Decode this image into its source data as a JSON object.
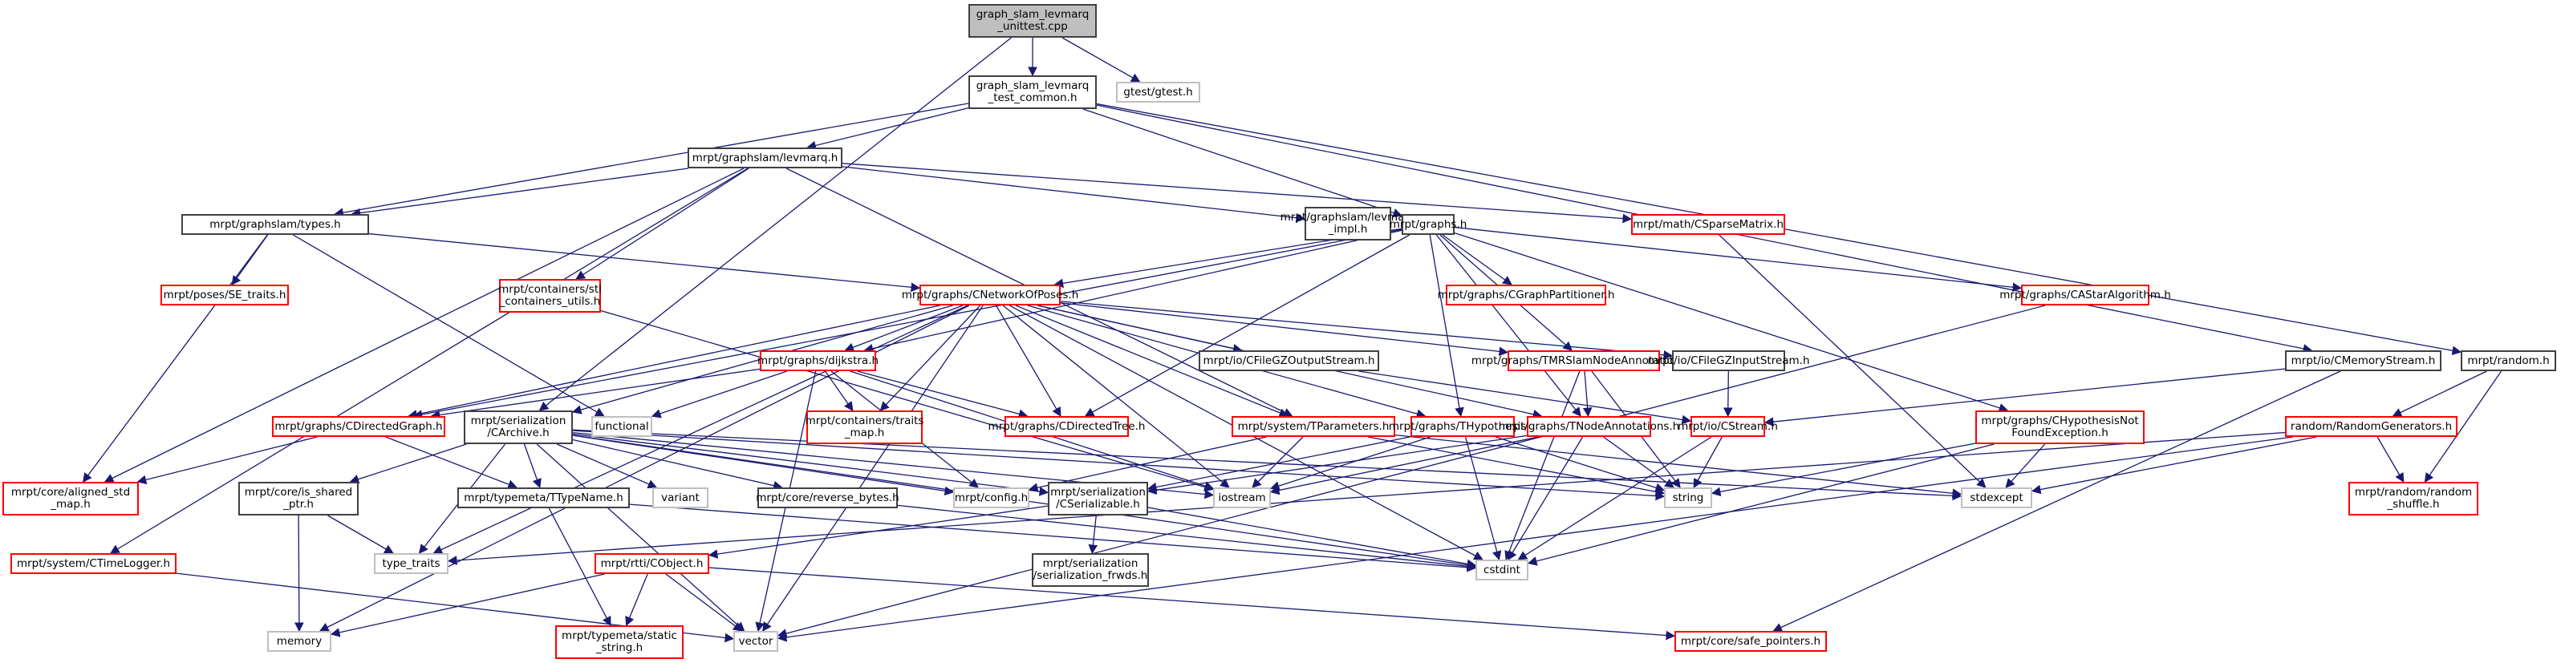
{
  "title": "graph_slam_levmarq_unittest.cpp include dependency graph",
  "colors": {
    "edge": "#191970",
    "root_fill": "#bfbfbf",
    "documented_border": "#404040",
    "undocumented_border": "#ff0000",
    "system_border": "#bfbfbf"
  },
  "nodes": [
    {
      "id": "unittest",
      "label": "graph_slam_levmarq\n_unittest.cpp",
      "kind": "root"
    },
    {
      "id": "test_common",
      "label": "graph_slam_levmarq\n_test_common.h",
      "kind": "doc"
    },
    {
      "id": "gtest",
      "label": "gtest/gtest.h",
      "kind": "sys"
    },
    {
      "id": "levmarq",
      "label": "mrpt/graphslam/levmarq.h",
      "kind": "doc"
    },
    {
      "id": "types",
      "label": "mrpt/graphslam/types.h",
      "kind": "doc"
    },
    {
      "id": "levmarq_impl",
      "label": "mrpt/graphslam/levmarq\n_impl.h",
      "kind": "doc"
    },
    {
      "id": "graphs",
      "label": "mrpt/graphs.h",
      "kind": "doc"
    },
    {
      "id": "sparse",
      "label": "mrpt/math/CSparseMatrix.h",
      "kind": "undoc"
    },
    {
      "id": "se_traits",
      "label": "mrpt/poses/SE_traits.h",
      "kind": "undoc"
    },
    {
      "id": "stl_utils",
      "label": "mrpt/containers/stl\n_containers_utils.h",
      "kind": "undoc"
    },
    {
      "id": "netposes",
      "label": "mrpt/graphs/CNetworkOfPoses.h",
      "kind": "undoc"
    },
    {
      "id": "partitioner",
      "label": "mrpt/graphs/CGraphPartitioner.h",
      "kind": "undoc"
    },
    {
      "id": "astar",
      "label": "mrpt/graphs/CAStarAlgorithm.h",
      "kind": "undoc"
    },
    {
      "id": "dijkstra",
      "label": "mrpt/graphs/dijkstra.h",
      "kind": "undoc"
    },
    {
      "id": "gzout",
      "label": "mrpt/io/CFileGZOutputStream.h",
      "kind": "doc"
    },
    {
      "id": "tmrslam",
      "label": "mrpt/graphs/TMRSlamNodeAnnotations.h",
      "kind": "undoc"
    },
    {
      "id": "gzin",
      "label": "mrpt/io/CFileGZInputStream.h",
      "kind": "doc"
    },
    {
      "id": "memstream",
      "label": "mrpt/io/CMemoryStream.h",
      "kind": "doc"
    },
    {
      "id": "random",
      "label": "mrpt/random.h",
      "kind": "doc"
    },
    {
      "id": "dgraph",
      "label": "mrpt/graphs/CDirectedGraph.h",
      "kind": "undoc"
    },
    {
      "id": "carchive",
      "label": "mrpt/serialization\n/CArchive.h",
      "kind": "doc"
    },
    {
      "id": "functional",
      "label": "functional",
      "kind": "sys"
    },
    {
      "id": "traits_map",
      "label": "mrpt/containers/traits\n_map.h",
      "kind": "undoc"
    },
    {
      "id": "dtree",
      "label": "mrpt/graphs/CDirectedTree.h",
      "kind": "undoc"
    },
    {
      "id": "tparams",
      "label": "mrpt/system/TParameters.h",
      "kind": "undoc"
    },
    {
      "id": "thypo",
      "label": "mrpt/graphs/THypothesis.h",
      "kind": "undoc"
    },
    {
      "id": "tnode",
      "label": "mrpt/graphs/TNodeAnnotations.h",
      "kind": "undoc"
    },
    {
      "id": "cstream",
      "label": "mrpt/io/CStream.h",
      "kind": "undoc"
    },
    {
      "id": "hypnotfound",
      "label": "mrpt/graphs/CHypothesisNot\nFoundException.h",
      "kind": "undoc"
    },
    {
      "id": "randgen",
      "label": "random/RandomGenerators.h",
      "kind": "undoc"
    },
    {
      "id": "aligned_map",
      "label": "mrpt/core/aligned_std\n_map.h",
      "kind": "undoc"
    },
    {
      "id": "is_shared",
      "label": "mrpt/core/is_shared\n_ptr.h",
      "kind": "doc"
    },
    {
      "id": "ttypename",
      "label": "mrpt/typemeta/TTypeName.h",
      "kind": "doc"
    },
    {
      "id": "variant",
      "label": "variant",
      "kind": "sys"
    },
    {
      "id": "reverse_bytes",
      "label": "mrpt/core/reverse_bytes.h",
      "kind": "doc"
    },
    {
      "id": "config",
      "label": "mrpt/config.h",
      "kind": "sys"
    },
    {
      "id": "cserializable",
      "label": "mrpt/serialization\n/CSerializable.h",
      "kind": "doc"
    },
    {
      "id": "iostream",
      "label": "iostream",
      "kind": "sys"
    },
    {
      "id": "string",
      "label": "string",
      "kind": "sys"
    },
    {
      "id": "stdexcept",
      "label": "stdexcept",
      "kind": "sys"
    },
    {
      "id": "random_shuffle",
      "label": "mrpt/random/random\n_shuffle.h",
      "kind": "undoc"
    },
    {
      "id": "timelogger",
      "label": "mrpt/system/CTimeLogger.h",
      "kind": "undoc"
    },
    {
      "id": "type_traits",
      "label": "type_traits",
      "kind": "sys"
    },
    {
      "id": "cobject",
      "label": "mrpt/rtti/CObject.h",
      "kind": "undoc"
    },
    {
      "id": "frwds",
      "label": "mrpt/serialization\n/serialization_frwds.h",
      "kind": "doc"
    },
    {
      "id": "cstdint",
      "label": "cstdint",
      "kind": "sys"
    },
    {
      "id": "memory",
      "label": "memory",
      "kind": "sys"
    },
    {
      "id": "static_string",
      "label": "mrpt/typemeta/static\n_string.h",
      "kind": "undoc"
    },
    {
      "id": "vector",
      "label": "vector",
      "kind": "sys"
    },
    {
      "id": "safe_pointers",
      "label": "mrpt/core/safe_pointers.h",
      "kind": "undoc"
    }
  ],
  "edges": [
    [
      "unittest",
      "test_common"
    ],
    [
      "unittest",
      "gtest"
    ],
    [
      "unittest",
      "carchive"
    ],
    [
      "test_common",
      "levmarq"
    ],
    [
      "test_common",
      "types"
    ],
    [
      "test_common",
      "graphs"
    ],
    [
      "test_common",
      "memstream"
    ],
    [
      "test_common",
      "random"
    ],
    [
      "levmarq",
      "types"
    ],
    [
      "levmarq",
      "levmarq_impl"
    ],
    [
      "levmarq",
      "sparse"
    ],
    [
      "levmarq",
      "stl_utils"
    ],
    [
      "levmarq",
      "aligned_map"
    ],
    [
      "levmarq",
      "timelogger"
    ],
    [
      "levmarq",
      "tparams"
    ],
    [
      "types",
      "se_traits"
    ],
    [
      "types",
      "netposes"
    ],
    [
      "types",
      "aligned_map"
    ],
    [
      "types",
      "functional"
    ],
    [
      "graphs",
      "netposes"
    ],
    [
      "graphs",
      "partitioner"
    ],
    [
      "graphs",
      "astar"
    ],
    [
      "graphs",
      "dijkstra"
    ],
    [
      "graphs",
      "tmrslam"
    ],
    [
      "graphs",
      "dgraph"
    ],
    [
      "graphs",
      "dtree"
    ],
    [
      "graphs",
      "thypo"
    ],
    [
      "graphs",
      "tnode"
    ],
    [
      "graphs",
      "hypnotfound"
    ],
    [
      "netposes",
      "dijkstra"
    ],
    [
      "netposes",
      "gzout"
    ],
    [
      "netposes",
      "tmrslam"
    ],
    [
      "netposes",
      "gzin"
    ],
    [
      "netposes",
      "dgraph"
    ],
    [
      "netposes",
      "traits_map"
    ],
    [
      "netposes",
      "dtree"
    ],
    [
      "netposes",
      "tparams"
    ],
    [
      "netposes",
      "thypo"
    ],
    [
      "netposes",
      "tnode"
    ],
    [
      "netposes",
      "carchive"
    ],
    [
      "netposes",
      "memory"
    ],
    [
      "netposes",
      "type_traits"
    ],
    [
      "netposes",
      "iostream"
    ],
    [
      "netposes",
      "vector"
    ],
    [
      "netposes",
      "cstdint"
    ],
    [
      "stl_utils",
      "iostream"
    ],
    [
      "dijkstra",
      "dgraph"
    ],
    [
      "dijkstra",
      "traits_map"
    ],
    [
      "dijkstra",
      "dtree"
    ],
    [
      "dijkstra",
      "functional"
    ],
    [
      "dijkstra",
      "iostream"
    ],
    [
      "dijkstra",
      "vector"
    ],
    [
      "dijkstra",
      "config"
    ],
    [
      "gzout",
      "cstream"
    ],
    [
      "gzin",
      "cstream"
    ],
    [
      "tmrslam",
      "tnode"
    ],
    [
      "tmrslam",
      "string"
    ],
    [
      "tmrslam",
      "cstdint"
    ],
    [
      "memstream",
      "cstream"
    ],
    [
      "memstream",
      "safe_pointers"
    ],
    [
      "random",
      "randgen"
    ],
    [
      "random",
      "random_shuffle"
    ],
    [
      "randgen",
      "random_shuffle"
    ],
    [
      "randgen",
      "stdexcept"
    ],
    [
      "randgen",
      "vector"
    ],
    [
      "randgen",
      "type_traits"
    ],
    [
      "astar",
      "vector"
    ],
    [
      "sparse",
      "stdexcept"
    ],
    [
      "dgraph",
      "aligned_map"
    ],
    [
      "dgraph",
      "ttypename"
    ],
    [
      "carchive",
      "is_shared"
    ],
    [
      "carchive",
      "ttypename"
    ],
    [
      "carchive",
      "variant"
    ],
    [
      "carchive",
      "reverse_bytes"
    ],
    [
      "carchive",
      "config"
    ],
    [
      "carchive",
      "cserializable"
    ],
    [
      "carchive",
      "iostream"
    ],
    [
      "carchive",
      "string"
    ],
    [
      "carchive",
      "stdexcept"
    ],
    [
      "carchive",
      "type_traits"
    ],
    [
      "carchive",
      "vector"
    ],
    [
      "carchive",
      "cstdint"
    ],
    [
      "tparams",
      "iostream"
    ],
    [
      "tparams",
      "string"
    ],
    [
      "tparams",
      "config"
    ],
    [
      "tparams",
      "stdexcept"
    ],
    [
      "thypo",
      "string"
    ],
    [
      "thypo",
      "cstdint"
    ],
    [
      "thypo",
      "iostream"
    ],
    [
      "thypo",
      "cserializable"
    ],
    [
      "tnode",
      "string"
    ],
    [
      "tnode",
      "cstdint"
    ],
    [
      "tnode",
      "iostream"
    ],
    [
      "tnode",
      "cserializable"
    ],
    [
      "cstream",
      "string"
    ],
    [
      "cstream",
      "cstdint"
    ],
    [
      "hypnotfound",
      "stdexcept"
    ],
    [
      "hypnotfound",
      "string"
    ],
    [
      "hypnotfound",
      "cstdint"
    ],
    [
      "is_shared",
      "memory"
    ],
    [
      "is_shared",
      "type_traits"
    ],
    [
      "ttypename",
      "static_string"
    ],
    [
      "ttypename",
      "cstdint"
    ],
    [
      "reverse_bytes",
      "cstdint"
    ],
    [
      "cserializable",
      "frwds"
    ],
    [
      "cserializable",
      "cobject"
    ],
    [
      "cserializable",
      "cstdint"
    ],
    [
      "cobject",
      "memory"
    ],
    [
      "cobject",
      "static_string"
    ],
    [
      "cobject",
      "vector"
    ],
    [
      "cobject",
      "safe_pointers"
    ],
    [
      "timelogger",
      "vector"
    ]
  ]
}
